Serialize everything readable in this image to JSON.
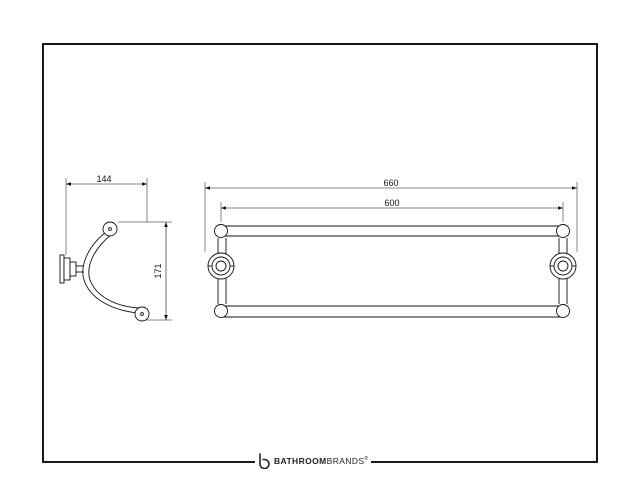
{
  "dimensions": {
    "side_width": "144",
    "side_height": "171",
    "overall_length": "660",
    "bar_length": "600"
  },
  "brand": {
    "name_bold": "BATHROOM",
    "name_light": "BRANDS",
    "mark": "®",
    "logo": "b-logo-icon"
  }
}
